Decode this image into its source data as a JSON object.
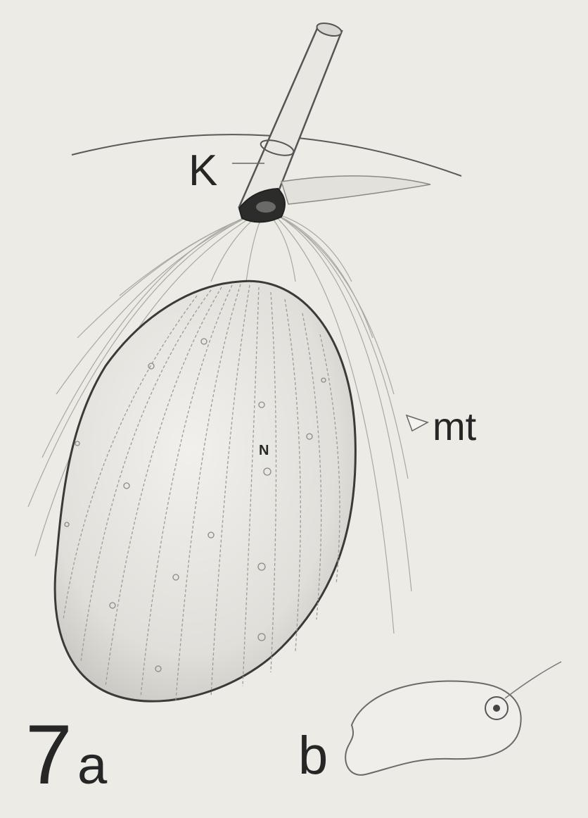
{
  "figure": {
    "labels": {
      "kinetosome": "K",
      "microtubules": "mt",
      "nucleus": "N",
      "figure_number": "7",
      "panel_a": "a",
      "panel_b": "b"
    },
    "colors": {
      "paper": "#ecebe6",
      "ink": "#2a2a2a",
      "line_light": "#9a9a96",
      "body_shade": "#dcdbd6"
    }
  }
}
